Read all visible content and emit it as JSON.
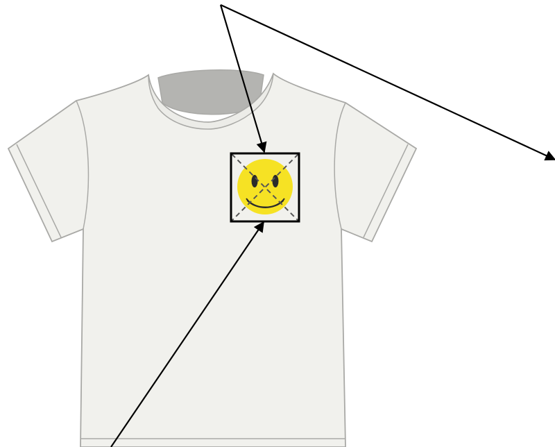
{
  "diagram": {
    "subject": "t-shirt",
    "print_graphic": "smiley-face",
    "marker": "crossed-box",
    "arrow_count": 3
  },
  "colors": {
    "background": "#ffffff",
    "shirt_fill": "#f1f1ed",
    "shirt_outline": "#a9a9a6",
    "collar_inside": "#b4b4b1",
    "smiley_fill": "#f6e224",
    "smiley_features": "#2b2b2b",
    "arrow": "#000000",
    "marker_dash": "#555555"
  }
}
